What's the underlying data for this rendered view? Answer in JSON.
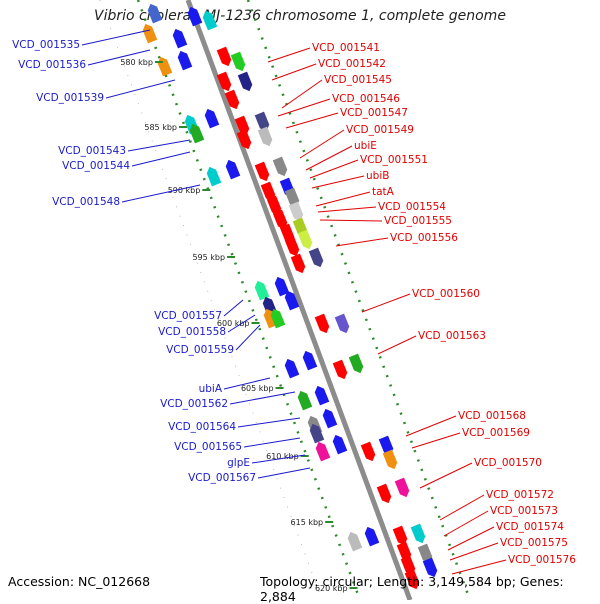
{
  "title": "Vibrio cholerae MJ-1236 chromosome 1, complete genome",
  "footer": {
    "accession": "Accession: NC_012668",
    "summary": "Topology: circular; Length: 3,149,584 bp; Genes: 2,884"
  },
  "colors": {
    "left_label": "#1a1acc",
    "right_label": "#e00000",
    "dotted_track": "#2a8a2a",
    "axis": "#8c8c8c"
  },
  "ticks": [
    {
      "label": "580 kbp"
    },
    {
      "label": "585 kbp"
    },
    {
      "label": "590 kbp"
    },
    {
      "label": "595 kbp"
    },
    {
      "label": "600 kbp"
    },
    {
      "label": "605 kbp"
    },
    {
      "label": "610 kbp"
    },
    {
      "label": "615 kbp"
    },
    {
      "label": "620 kbp"
    }
  ],
  "left_labels": [
    "VCD_001535",
    "VCD_001536",
    "VCD_001539",
    "VCD_001543",
    "VCD_001544",
    "VCD_001548",
    "VCD_001557",
    "VCD_001558",
    "VCD_001559",
    "ubiA",
    "VCD_001562",
    "VCD_001564",
    "VCD_001565",
    "glpE",
    "VCD_001567"
  ],
  "right_labels": [
    "VCD_001541",
    "VCD_001542",
    "VCD_001545",
    "VCD_001546",
    "VCD_001547",
    "VCD_001549",
    "ubiE",
    "VCD_001551",
    "ubiB",
    "tatA",
    "VCD_001554",
    "VCD_001555",
    "VCD_001556",
    "VCD_001560",
    "VCD_001563",
    "VCD_001568",
    "VCD_001569",
    "VCD_001570",
    "VCD_001572",
    "VCD_001573",
    "VCD_001574",
    "VCD_001575",
    "VCD_001576"
  ]
}
